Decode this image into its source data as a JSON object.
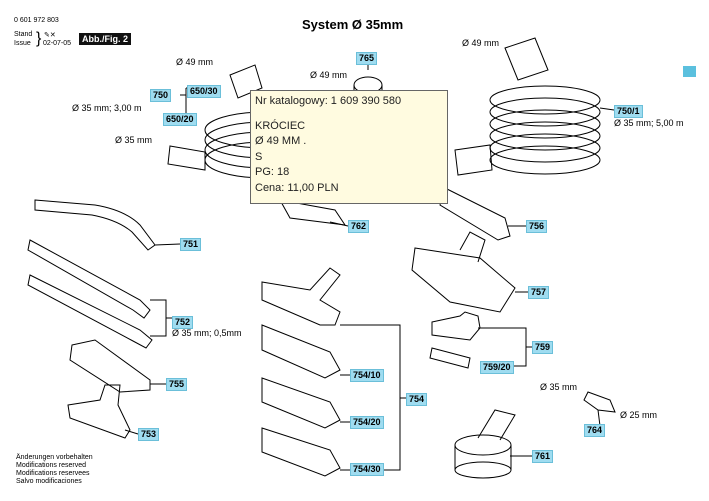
{
  "header": {
    "doc_number": "0 601 972 803",
    "stand_label": "Stand",
    "issue_label": "Issue",
    "date": "02-07-05",
    "fig_label": "Abb./Fig. 2",
    "title": "System Ø 35mm"
  },
  "parts": {
    "p750": "750",
    "p650_30": "650/30",
    "p650_20": "650/20",
    "p765": "765",
    "p750_1": "750/1",
    "p751": "751",
    "p752": "752",
    "p753": "753",
    "p754": "754",
    "p754_10": "754/10",
    "p754_20": "754/20",
    "p754_30": "754/30",
    "p755": "755",
    "p756": "756",
    "p757": "757",
    "p759": "759",
    "p759_20": "759/20",
    "p761": "761",
    "p762": "762",
    "p764": "764"
  },
  "dims": {
    "d49_left": "Ø 49 mm",
    "d49_mid": "Ø 49 mm",
    "d49_right": "Ø 49 mm",
    "d35_3m": "Ø 35 mm; 3,00 m",
    "d35_left": "Ø 35 mm",
    "d35_5m": "Ø 35 mm; 5,00 m",
    "d35_05": "Ø 35 mm; 0,5mm",
    "d35_764": "Ø 35 mm",
    "d25_764": "Ø 25 mm"
  },
  "footer": [
    "Änderungen vorbehalten",
    "Modifications reserved",
    "Modifications reservees",
    "Salvo modificaciones"
  ],
  "tooltip": {
    "catalog": "Nr katalogowy: 1 609 390 580",
    "name": "KRÓCIEC",
    "size": "Ø 49 MM .",
    "unit": "S",
    "pg": "PG: 18",
    "price": "Cena: 11,00 PLN"
  }
}
